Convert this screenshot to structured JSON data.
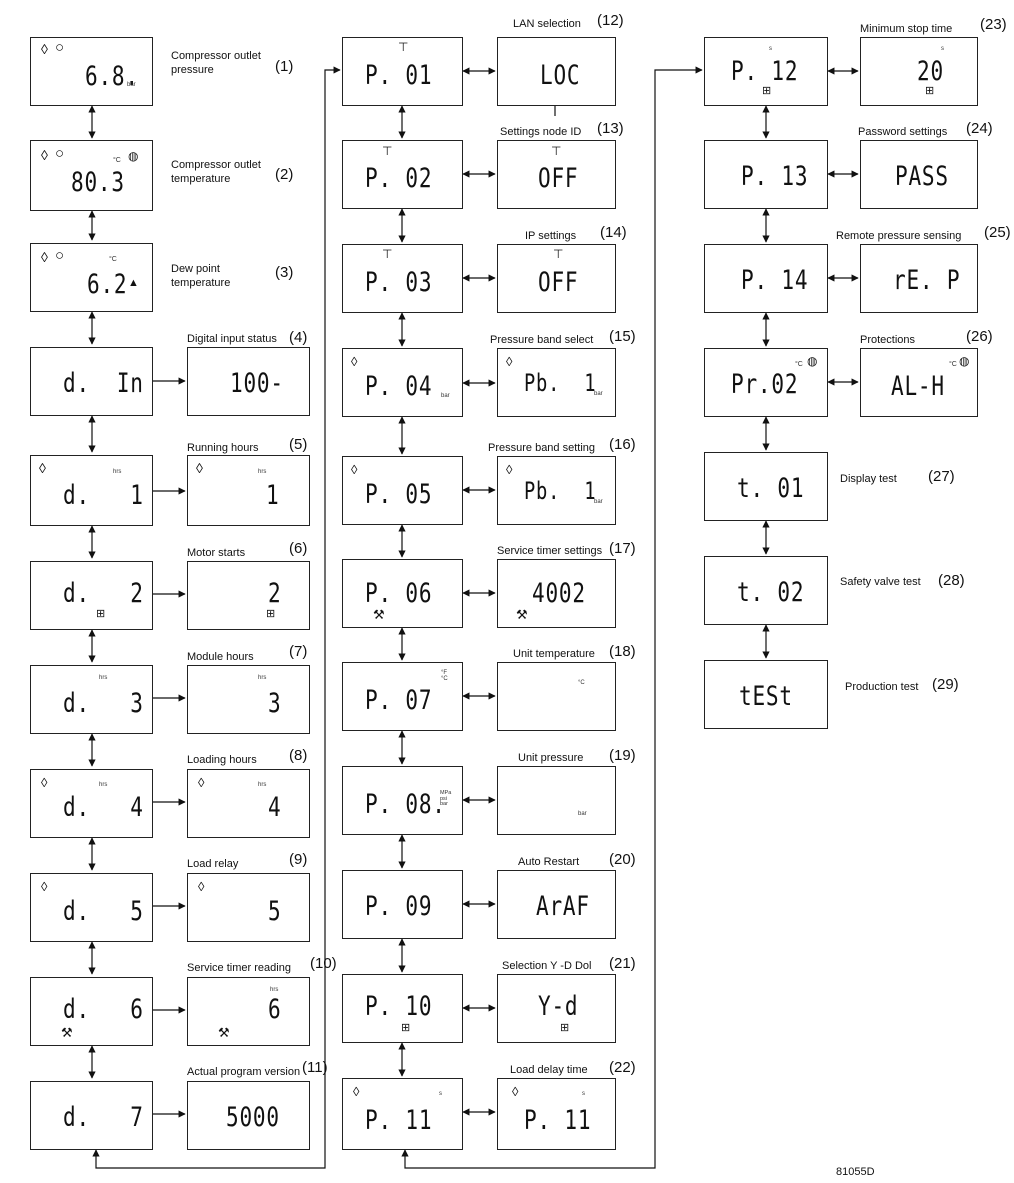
{
  "labels": {
    "l1": "Compressor outlet\npressure",
    "l2": "Compressor outlet\ntemperature",
    "l3": "Dew point\ntemperature",
    "l4": "Digital input status",
    "l5": "Running hours",
    "l6": "Motor starts",
    "l7": "Module hours",
    "l8": "Loading hours",
    "l9": "Load relay",
    "l10": "Service timer reading",
    "l11": "Actual program version",
    "l12": "LAN selection",
    "l13": "Settings node ID",
    "l14": "IP settings",
    "l15": "Pressure band select",
    "l16": "Pressure band setting",
    "l17": "Service timer settings",
    "l18": "Unit temperature",
    "l19": "Unit pressure",
    "l20": "Auto Restart",
    "l21": "Selection Y -D Dol",
    "l22": "Load delay time",
    "l23": "Minimum stop time",
    "l24": "Password settings",
    "l25": "Remote pressure sensing",
    "l26": "Protections",
    "l27": "Display test",
    "l28": "Safety valve test",
    "l29": "Production test"
  },
  "numbers": {
    "n1": "(1)",
    "n2": "(2)",
    "n3": "(3)",
    "n4": "(4)",
    "n5": "(5)",
    "n6": "(6)",
    "n7": "(7)",
    "n8": "(8)",
    "n9": "(9)",
    "n10": "(10)",
    "n11": "(11)",
    "n12": "(12)",
    "n13": "(13)",
    "n14": "(14)",
    "n15": "(15)",
    "n16": "(16)",
    "n17": "(17)",
    "n18": "(18)",
    "n19": "(19)",
    "n20": "(20)",
    "n21": "(21)",
    "n22": "(22)",
    "n23": "(23)",
    "n24": "(24)",
    "n25": "(25)",
    "n26": "(26)",
    "n27": "(27)",
    "n28": "(28)",
    "n29": "(29)"
  },
  "displays": {
    "c1": "6.8.",
    "c2": "80.3",
    "c3": "6.2",
    "d1": "d.  In",
    "d2": "d.   1",
    "d3": "d.   2",
    "d4": "d.   3",
    "d5": "d.   4",
    "d6": "d.   5",
    "d7": "d.   6",
    "d8": "d.   7",
    "v4": "100-",
    "v5": "1",
    "v6": "2",
    "v7": "3",
    "v8": "4",
    "v9": "5",
    "v10": "6",
    "v11": "5000",
    "p1": "P. 01",
    "p2": "P. 02",
    "p3": "P. 03",
    "p4": "P. 04",
    "p5": "P. 05",
    "p6": "P. 06",
    "p7": "P. 07",
    "p8": "P. 08.",
    "p9": "P. 09",
    "p10": "P. 10",
    "p11": "P. 11",
    "s12": "LOC",
    "s13": "OFF",
    "s14": "OFF",
    "s15": "Pb.  1",
    "s16": "Pb.  1",
    "s17": "4002",
    "s20": "ArAF",
    "s21": "Y-d",
    "s22": "P. 11",
    "q12": "P. 12",
    "q13": "P. 13",
    "q14": "P. 14",
    "q15": "Pr.02",
    "q16": "t. 01",
    "q17": "t. 02",
    "q18": "tESt",
    "r23": "20",
    "r24": "PASS",
    "r25": "rE. P",
    "r26": "AL-H"
  },
  "units": {
    "bar": "bar",
    "degc": "°C",
    "hrs": "hrs",
    "sec": "s",
    "degf_c": "°F\n°C",
    "mpa_psi_bar": "MPa\npsi\nbar"
  },
  "icons": {
    "compressor": "◊",
    "fan": "○",
    "drop": "▲",
    "thermo": "◍",
    "wrench": "⚒",
    "motor": "⊞",
    "network": "⊤"
  },
  "drawing_code": "81055D"
}
